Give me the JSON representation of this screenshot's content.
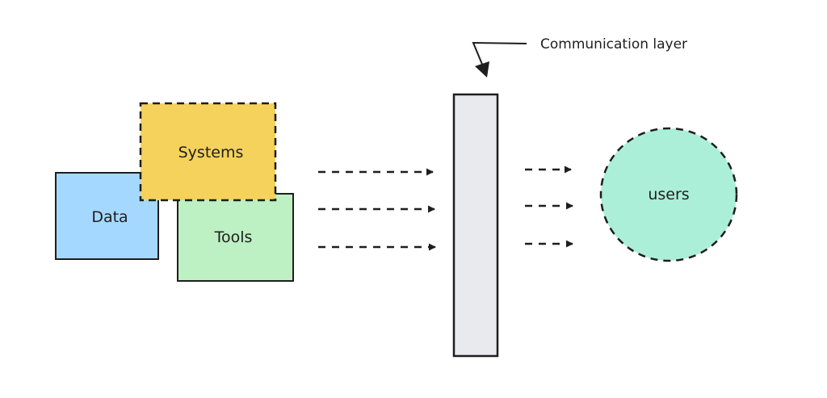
{
  "diagram": {
    "nodes": {
      "data": {
        "label": "Data",
        "fill": "#a5d8ff"
      },
      "systems": {
        "label": "Systems",
        "fill": "#f5d25c"
      },
      "tools": {
        "label": "Tools",
        "fill": "#bdf0c2"
      },
      "layer": {
        "label": "",
        "fill": "#e8eaee"
      },
      "users": {
        "label": "users",
        "fill": "#acefd8"
      }
    },
    "annotation": {
      "label": "Communication layer"
    },
    "stroke_color": "#1e1e1e",
    "edges": [
      {
        "from": "sources",
        "to": "layer",
        "style": "dashed"
      },
      {
        "from": "sources",
        "to": "layer",
        "style": "dashed"
      },
      {
        "from": "sources",
        "to": "layer",
        "style": "dashed"
      },
      {
        "from": "layer",
        "to": "users",
        "style": "dashed"
      },
      {
        "from": "layer",
        "to": "users",
        "style": "dashed"
      },
      {
        "from": "layer",
        "to": "users",
        "style": "dashed"
      }
    ]
  }
}
